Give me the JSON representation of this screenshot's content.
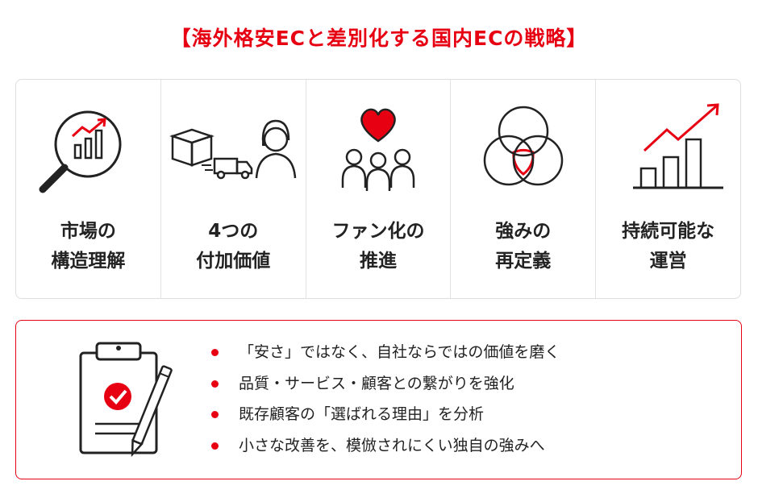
{
  "title": "【海外格安ECと差別化する国内ECの戦略】",
  "colors": {
    "accent": "#e60012",
    "ink": "#222222",
    "border": "#dddddd"
  },
  "cards": [
    {
      "icon": "magnifier-chart-icon",
      "line1": "市場の",
      "line2": "構造理解"
    },
    {
      "icon": "box-truck-person-icon",
      "line1": "4つの",
      "line2": "付加価値"
    },
    {
      "icon": "heart-people-icon",
      "line1": "ファン化の",
      "line2": "推進"
    },
    {
      "icon": "venn-diagram-icon",
      "line1": "強みの",
      "line2": "再定義"
    },
    {
      "icon": "growth-chart-icon",
      "line1": "持続可能な",
      "line2": "運営"
    }
  ],
  "checklist_icon": "clipboard-check-icon",
  "points": [
    "「安さ」ではなく、自社ならではの価値を磨く",
    "品質・サービス・顧客との繋がりを強化",
    "既存顧客の「選ばれる理由」を分析",
    "小さな改善を、模倣されにくい独自の強みへ"
  ]
}
